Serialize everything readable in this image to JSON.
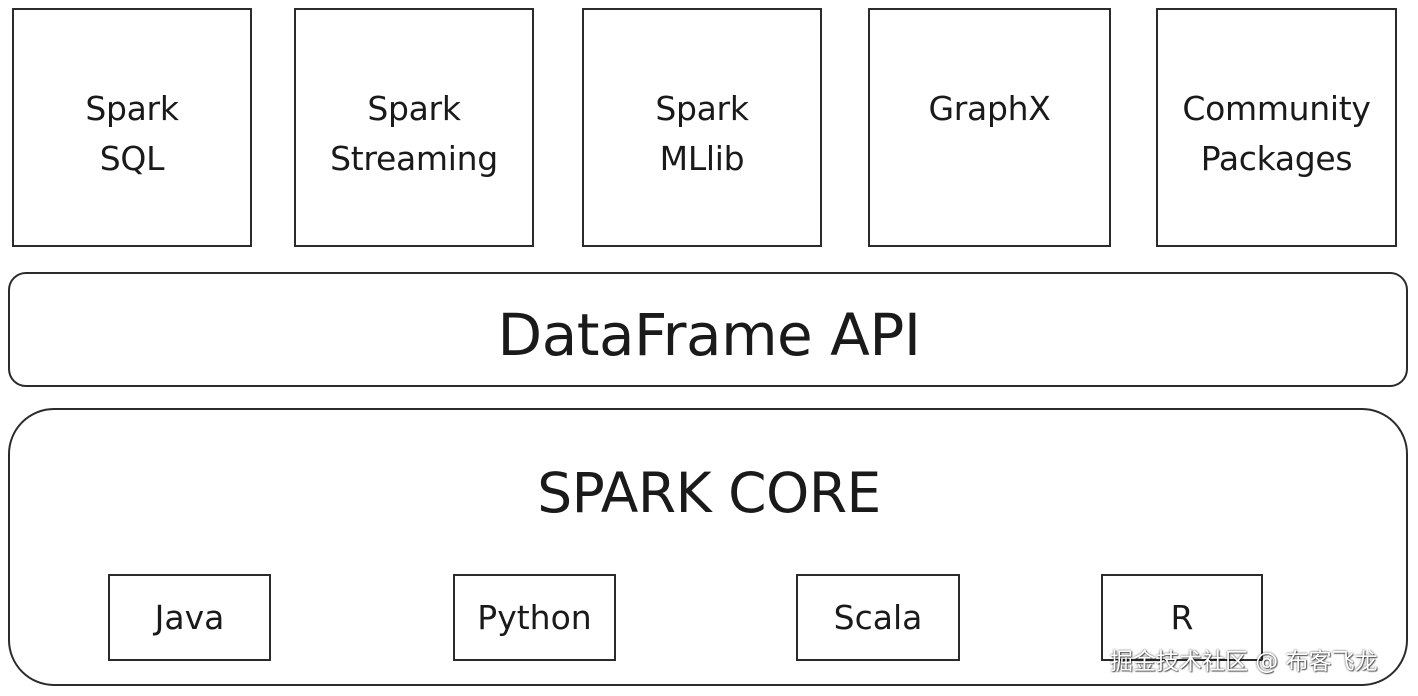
{
  "top_modules": [
    {
      "lines": [
        "Spark",
        "SQL"
      ]
    },
    {
      "lines": [
        "Spark",
        "Streaming"
      ]
    },
    {
      "lines": [
        "Spark",
        "MLlib"
      ]
    },
    {
      "lines": [
        "GraphX"
      ]
    },
    {
      "lines": [
        "Community",
        "Packages"
      ]
    }
  ],
  "dataframe_api": {
    "label": "DataFrame API"
  },
  "spark_core": {
    "label": "SPARK CORE",
    "languages": [
      "Java",
      "Python",
      "Scala",
      "R"
    ]
  },
  "watermark": "掘金技术社区 @ 布客飞龙",
  "colors": {
    "border": "#2b2b2b",
    "text": "#1a1a1a",
    "background": "#ffffff"
  }
}
